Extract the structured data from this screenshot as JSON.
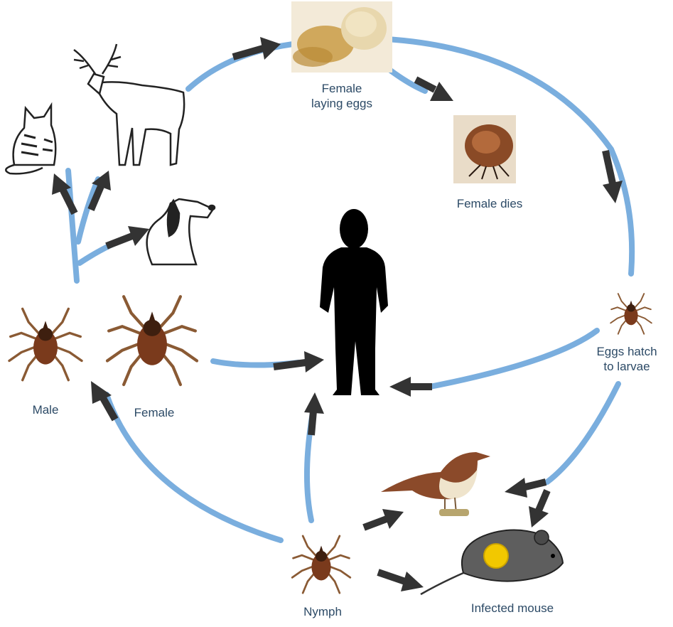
{
  "labels": {
    "female_laying_eggs": "Female\nlaying eggs",
    "female_dies": "Female dies",
    "eggs_hatch": "Eggs hatch\nto larvae",
    "male": "Male",
    "female": "Female",
    "nymph": "Nymph",
    "infected_mouse": "Infected mouse"
  },
  "colors": {
    "path": "#7aaede",
    "arrow": "#333333",
    "label": "#2c4a66",
    "tick_body": "#7a3a1c",
    "human": "#000000",
    "egg_mass": "#d7b56a",
    "mouse_marker": "#f2c800"
  },
  "icons": [
    "deer-icon",
    "cat-icon",
    "dog-icon",
    "human-silhouette",
    "tick-icon",
    "bird-icon",
    "mouse-icon",
    "egg-mass-icon",
    "dead-tick-icon"
  ]
}
